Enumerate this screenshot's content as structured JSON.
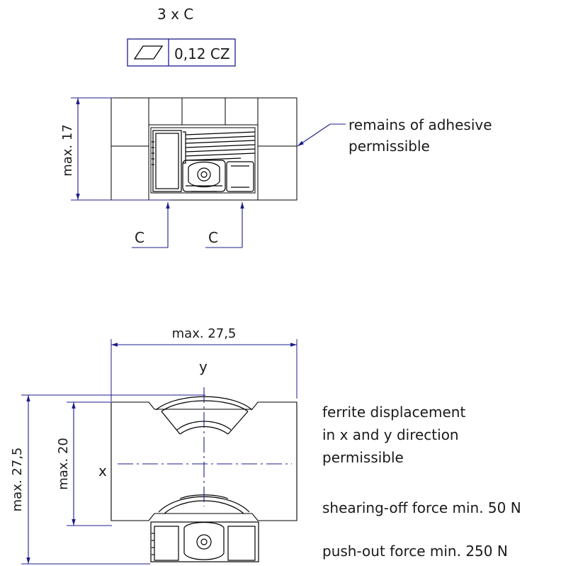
{
  "tolerance": {
    "heading": "3 x C",
    "frame_value": "0,12 CZ",
    "symbol": "flatness-parallelogram-icon"
  },
  "top_view": {
    "dim_height": "max. 17",
    "datum_left": "C",
    "datum_right": "C",
    "note_line1": "remains of adhesive",
    "note_line2": "permissible"
  },
  "bottom_view": {
    "dim_width": "max. 27,5",
    "dim_height_outer": "max. 27,5",
    "dim_height_inner": "max. 20",
    "axis_y": "y",
    "axis_x": "x",
    "note_ferrite_1": "ferrite displacement",
    "note_ferrite_2": "in x and y direction",
    "note_ferrite_3": "permissible",
    "note_shear": "shearing-off force min. 50 N",
    "note_push": "push-out force min. 250 N"
  },
  "colors": {
    "dimension": "#1c1c8c",
    "outline": "#000000"
  }
}
